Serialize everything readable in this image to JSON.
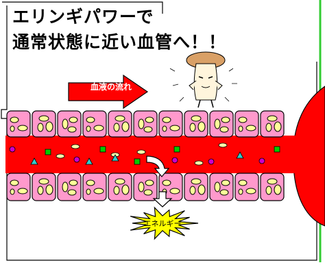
{
  "caption": {
    "line1": "エリンギパワーで",
    "line2": "通常状態に近い血管へ！！"
  },
  "flow_arrow": {
    "label": "血液の流れ"
  },
  "energy_burst": {
    "label": "エネルギー"
  },
  "icons": {
    "mascot": "eryngii-mushroom-mascot-icon",
    "flow": "right-arrow-icon",
    "uptake": "curved-down-arrow-icon",
    "output": "down-arrow-icon",
    "burst": "energy-burst-icon"
  },
  "colors": {
    "blood": "#ff0000",
    "cell_fill": "#ff99cc",
    "nucleus": "#ffff99",
    "particle_green": "#00cc00",
    "particle_cyan": "#33cccc",
    "particle_purple": "#cc00cc",
    "burst": "#ffff00",
    "frame_green": "#33cc33"
  }
}
